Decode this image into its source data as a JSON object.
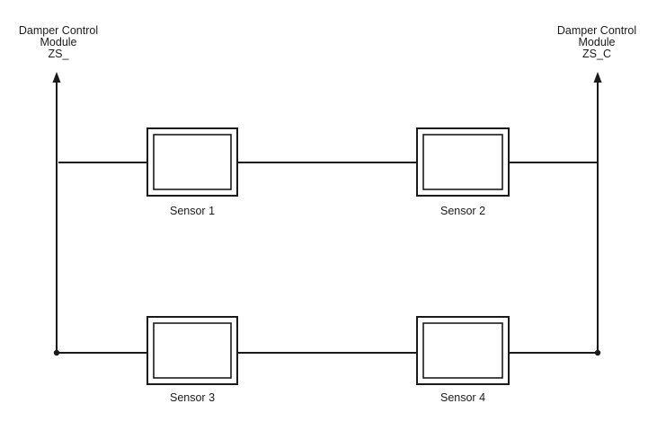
{
  "modules": [
    {
      "line1": "Damper Control",
      "line2": "Module",
      "line3": "ZS_"
    },
    {
      "line1": "Damper Control",
      "line2": "Module",
      "line3": "ZS_C"
    }
  ],
  "sensors": [
    {
      "label": "Sensor 1"
    },
    {
      "label": "Sensor 2"
    },
    {
      "label": "Sensor 3"
    },
    {
      "label": "Sensor 4"
    }
  ]
}
